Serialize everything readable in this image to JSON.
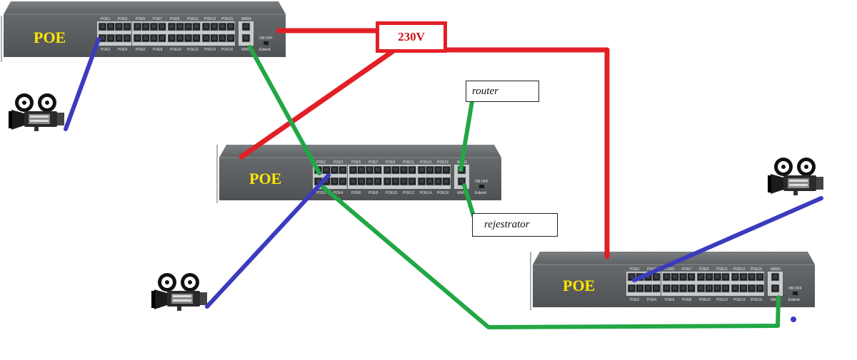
{
  "switches": [
    {
      "id": "switch-top-left",
      "title": "POE",
      "top_ports": [
        "POE1",
        "POE3",
        "POE5",
        "POE7",
        "POE9",
        "POE11",
        "POE13",
        "POE15"
      ],
      "bottom_ports": [
        "POE2",
        "POE4",
        "POE6",
        "POE8",
        "POE10",
        "POE12",
        "POE14",
        "POE16"
      ],
      "wan_top": "WAN1",
      "wan_bottom": "WAN2",
      "toggle_label": "ON  OFF",
      "extend_label": "Extend"
    },
    {
      "id": "switch-middle",
      "title": "POE",
      "top_ports": [
        "POE1",
        "POE3",
        "POE5",
        "POE7",
        "POE9",
        "POE11",
        "POE13",
        "POE15"
      ],
      "bottom_ports": [
        "POE2",
        "POE4",
        "POE6",
        "POE8",
        "POE10",
        "POE12",
        "POE14",
        "POE16"
      ],
      "wan_top": "WAN1",
      "wan_bottom": "WAN2",
      "toggle_label": "ON  OFF",
      "extend_label": "Extend"
    },
    {
      "id": "switch-bottom-right",
      "title": "POE",
      "top_ports": [
        "POE1",
        "POE3",
        "POE5",
        "POE7",
        "POE9",
        "POE11",
        "POE13",
        "POE15"
      ],
      "bottom_ports": [
        "POE2",
        "POE4",
        "POE6",
        "POE8",
        "POE10",
        "POE12",
        "POE14",
        "POE16"
      ],
      "wan_top": "WAN1",
      "wan_bottom": "WAN2",
      "toggle_label": "ON  OFF",
      "extend_label": "Extend"
    }
  ],
  "labels": {
    "power": "230V",
    "router": "router",
    "recorder": "rejestrator"
  },
  "colors": {
    "power_line": "#e21f26",
    "network_line": "#22a745",
    "camera_line": "#3b3bbf",
    "switch_body": "#5e6163",
    "poe_text": "#ffe600"
  },
  "icons": [
    "camera-icon",
    "camera-icon",
    "camera-icon"
  ]
}
